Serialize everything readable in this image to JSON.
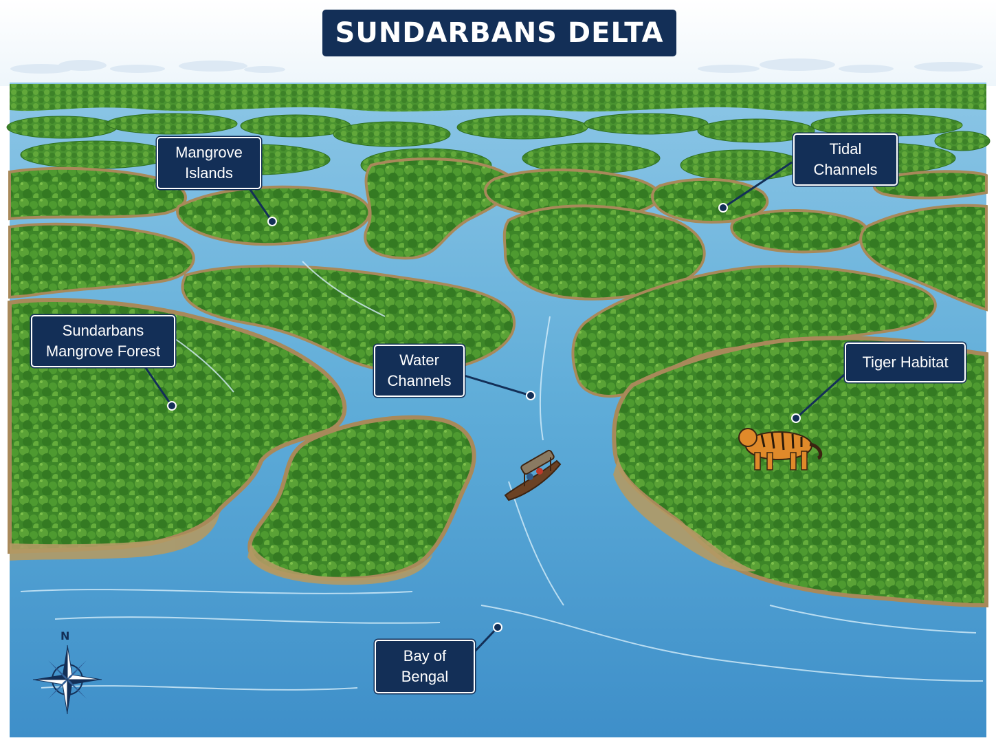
{
  "title": "SUNDARBANS DELTA",
  "labels": {
    "mangrove_islands": "Mangrove\nIslands",
    "tidal_channels": "Tidal\nChannels",
    "mangrove_forest": "Sundarbans\nMangrove Forest",
    "water_channels": "Water\nChannels",
    "tiger_habitat": "Tiger Habitat",
    "bay_of_bengal": "Bay of\nBengal"
  },
  "compass": {
    "north_label": "N"
  },
  "colors": {
    "label_bg": "#132f57",
    "water": "#5aaad6",
    "water_light": "#9fd3ee",
    "mangrove": "#3f8a2a",
    "mangrove_dark": "#2b6a1e",
    "mud": "#b39a64"
  }
}
